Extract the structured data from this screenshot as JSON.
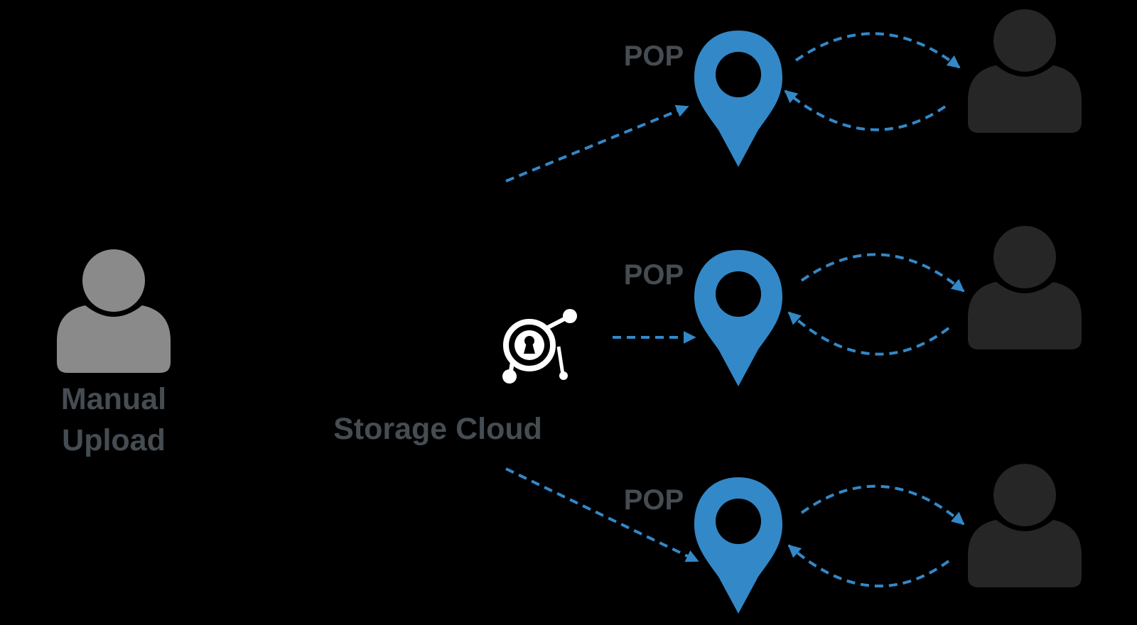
{
  "colors": {
    "background": "#000000",
    "accent_blue": "#3388c8",
    "manual_user": "#8a8a8a",
    "end_user": "#262626",
    "label_text": "#454c52",
    "storage_icon": "#ffffff"
  },
  "manual_upload": {
    "icon": "user-icon",
    "label_line1": "Manual",
    "label_line2": "Upload"
  },
  "storage": {
    "icon": "keyhole-cloud-icon",
    "label": "Storage Cloud"
  },
  "pops": [
    {
      "label": "POP",
      "icon": "map-pin-icon",
      "user_icon": "user-icon"
    },
    {
      "label": "POP",
      "icon": "map-pin-icon",
      "user_icon": "user-icon"
    },
    {
      "label": "POP",
      "icon": "map-pin-icon",
      "user_icon": "user-icon"
    }
  ]
}
